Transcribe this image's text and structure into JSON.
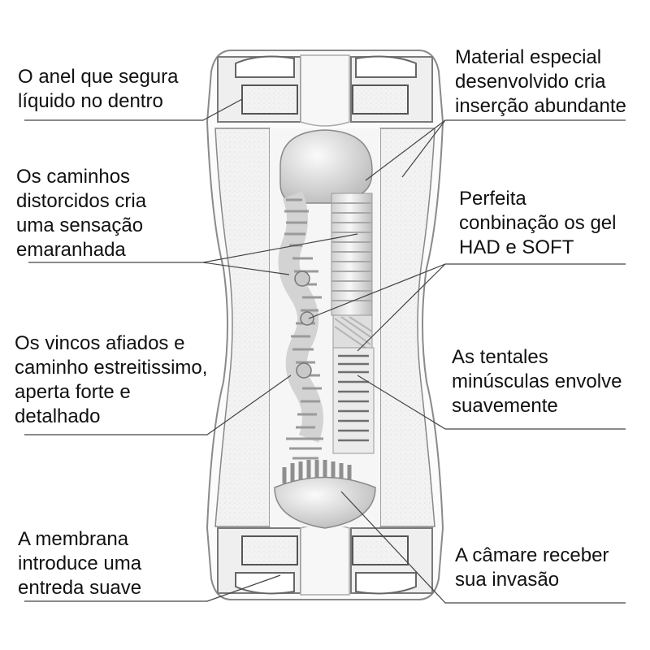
{
  "callouts": {
    "ring": "O anel que segura\nlíquido no dentro",
    "paths": "Os caminhos\ndistorcidos cria\numa sensação\nemaranhada",
    "creases": "Os vincos afiados e\ncaminho estreitissimo,\naperta forte e\ndetalhado",
    "membrane": "A membrana\nintroduce uma\nentreda suave",
    "material": "Material especial\ndesenvolvido cria\ninserção abundante",
    "gel": "Perfeita\nconbinação os gel\nHAD e SOFT",
    "tentacles": "As tentales\nminúsculas envolve\nsuavemente",
    "chamber": "A câmare receber\nsua invasão"
  },
  "colors": {
    "text": "#111111",
    "leader_line": "#444444",
    "outline": "#8a8a8a",
    "gel_fill": "#f4f4f4",
    "inner_body": "#e9e9e9"
  }
}
